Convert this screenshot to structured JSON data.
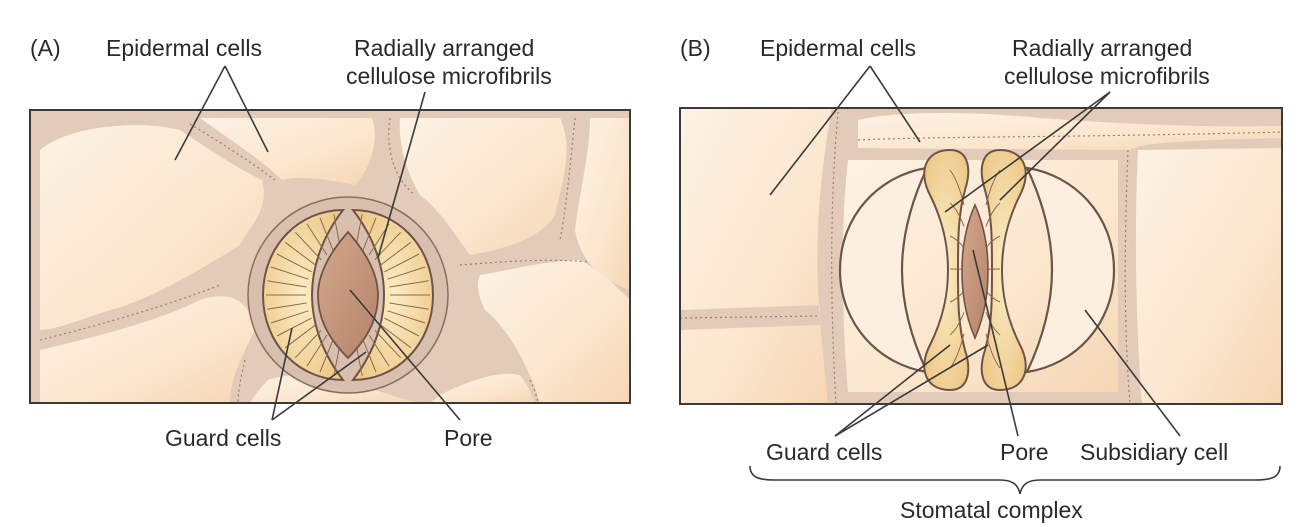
{
  "panel_a": {
    "panel_label": "(A)",
    "epidermal_label": "Epidermal cells",
    "microfibrils_label_line1": "Radially arranged",
    "microfibrils_label_line2": "cellulose microfibrils",
    "guard_cells_label": "Guard cells",
    "pore_label": "Pore"
  },
  "panel_b": {
    "panel_label": "(B)",
    "epidermal_label": "Epidermal cells",
    "microfibrils_label_line1": "Radially arranged",
    "microfibrils_label_line2": "cellulose microfibrils",
    "guard_cells_label": "Guard cells",
    "pore_label": "Pore",
    "subsidiary_label": "Subsidiary cell",
    "complex_label": "Stomatal complex"
  },
  "colors": {
    "cell_fill": "#fbe8d1",
    "cell_wall": "#ddc6b4",
    "guard_fill": "#f6dfa8",
    "pore_fill": "#c89a7e",
    "frame": "#3a3a3a"
  }
}
